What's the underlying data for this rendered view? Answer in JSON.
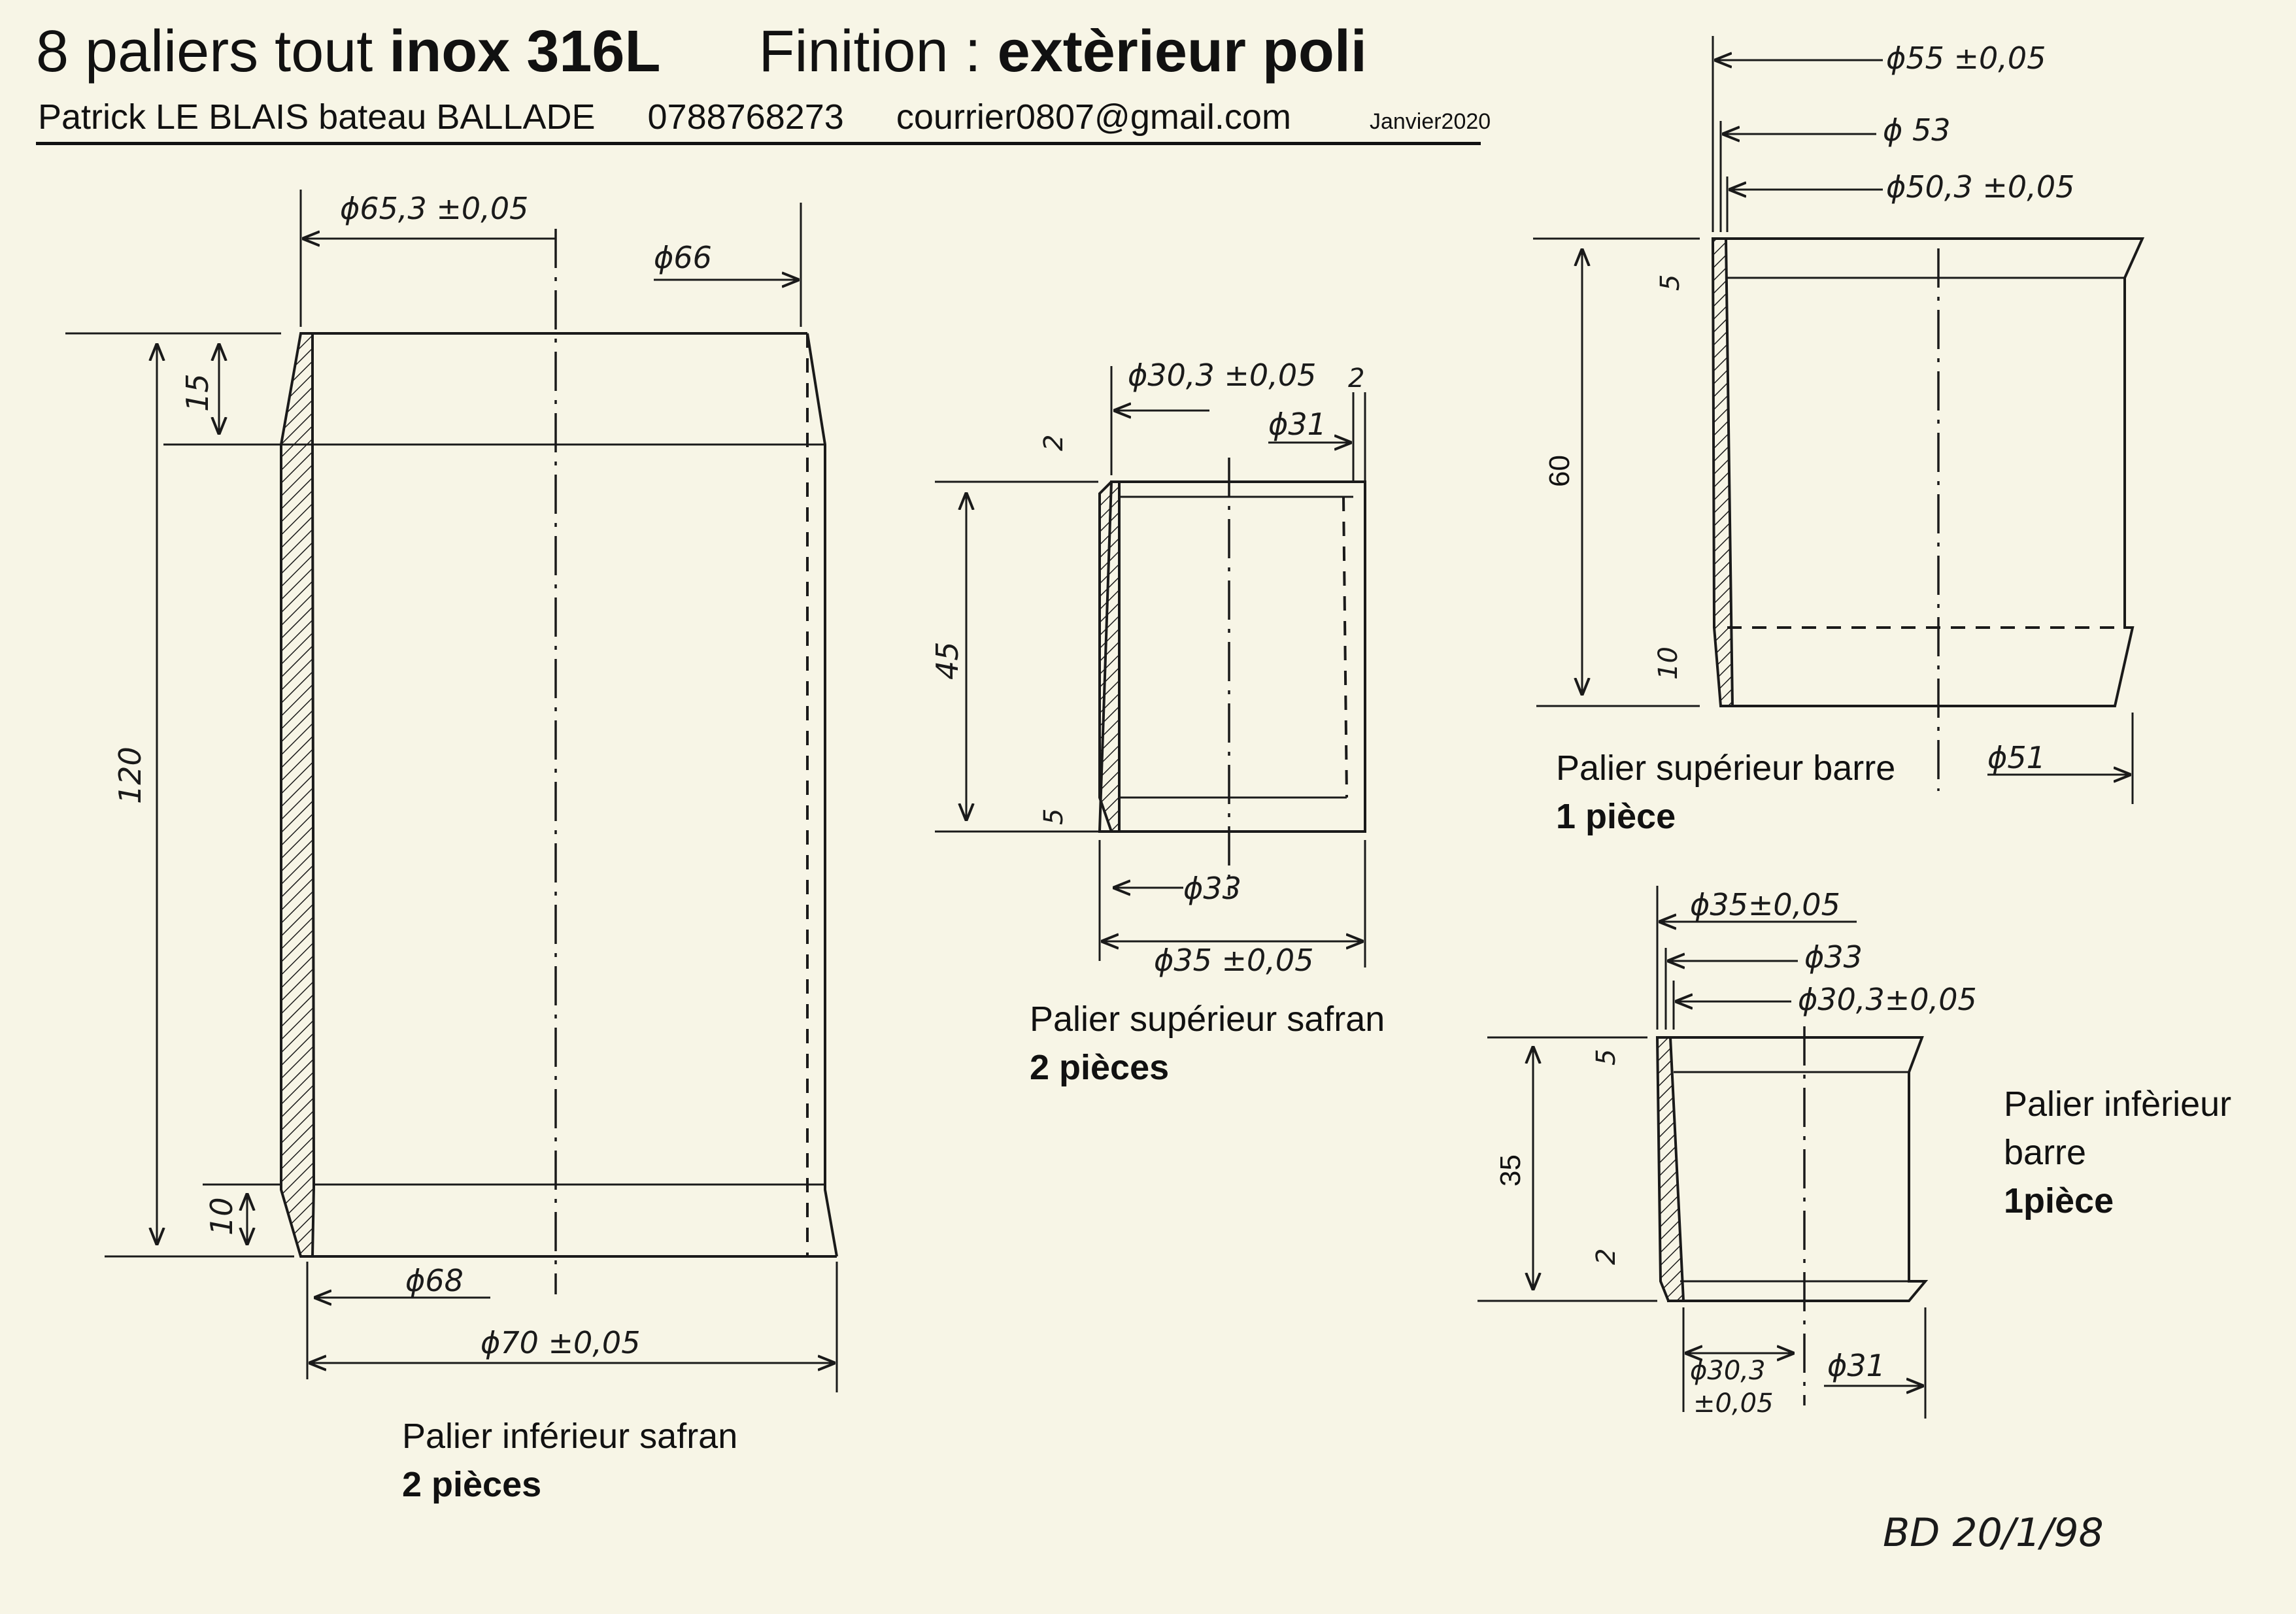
{
  "header": {
    "title_part1": "8 paliers tout ",
    "title_bold1": "inox 316L",
    "title_finition": "Finition :",
    "title_bold2": "extèrieur poli",
    "contact_name": "Patrick LE BLAIS bateau BALLADE",
    "phone": "0788768273",
    "email": "courrier0807@gmail.com",
    "date": "Janvier2020"
  },
  "parts": {
    "inferieur_safran": {
      "caption": "Palier inférieur safran",
      "quantity": "2 pièces",
      "dims": {
        "inner_diameter": "ϕ65,3 ±0,05",
        "top_outer": "ϕ66",
        "length": "120",
        "top_taper": "15",
        "bottom_taper": "10",
        "bottom_taper_dia": "ϕ68",
        "outer_diameter": "ϕ70 ±0,05"
      }
    },
    "superieur_safran": {
      "caption": "Palier supérieur safran",
      "quantity": "2 pièces",
      "dims": {
        "inner_diameter": "ϕ30,3 ±0,05",
        "top_outer": "ϕ31",
        "wall": "2",
        "top_taper": "2",
        "length": "45",
        "bottom_taper": "5",
        "bottom_taper_dia": "ϕ33",
        "outer_diameter": "ϕ35 ±0,05"
      }
    },
    "superieur_barre": {
      "caption": "Palier supérieur barre",
      "quantity": "1 pièce",
      "dims": {
        "outer_diameter": "ϕ55 ±0,05",
        "taper_diameter": "ϕ 53",
        "inner_diameter": "ϕ50,3 ±0,05",
        "top_taper": "5",
        "length": "60",
        "bottom_taper": "10",
        "bottom_outer": "ϕ51"
      }
    },
    "inferieur_barre": {
      "caption_line1": "Palier infèrieur",
      "caption_line2": "barre",
      "quantity": "1pièce",
      "dims": {
        "outer_diameter": "ϕ35±0,05",
        "taper_diameter": "ϕ33",
        "inner_diameter": "ϕ30,3±0,05",
        "top_taper": "5",
        "length": "35",
        "bottom_taper": "2",
        "bottom_inner_line1": "ϕ30,3",
        "bottom_inner_line2": "±0,05",
        "bottom_outer": "ϕ31"
      }
    }
  },
  "signature": "BD   20/1/98"
}
